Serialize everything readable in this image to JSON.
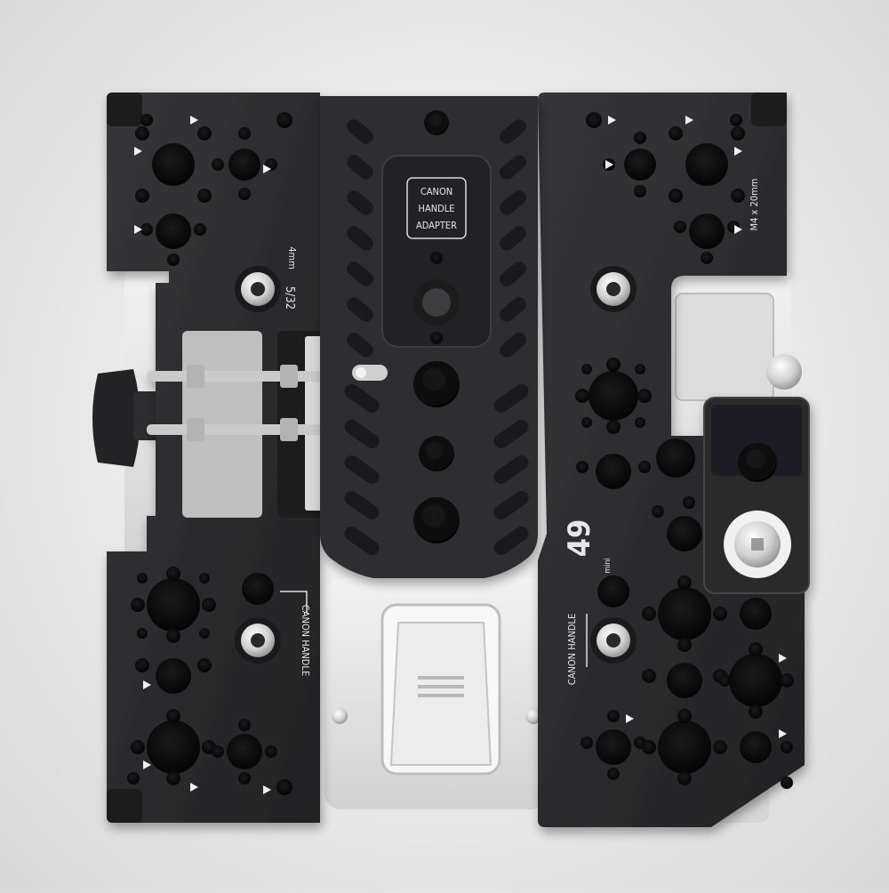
{
  "image": {
    "subject": "camera cage top plate with handle adapter",
    "colors": {
      "background": "#ececec",
      "plate": "#2b2b2d",
      "plate_edge": "#3c3c3f",
      "hole": "#0b0b0c",
      "body": "#e4e4e4",
      "steel": "#c9c9c9"
    }
  },
  "labels": {
    "center_badge": [
      "CANON",
      "HANDLE",
      "ADAPTER"
    ],
    "thread_size": "4mm",
    "thread_imperial": "5/32",
    "screw_spec": "M4 x 20mm",
    "left_handle_label": "CANON HANDLE",
    "right_handle_label": "CANON HANDLE",
    "logo_number": "49",
    "logo_sub": "mini"
  }
}
